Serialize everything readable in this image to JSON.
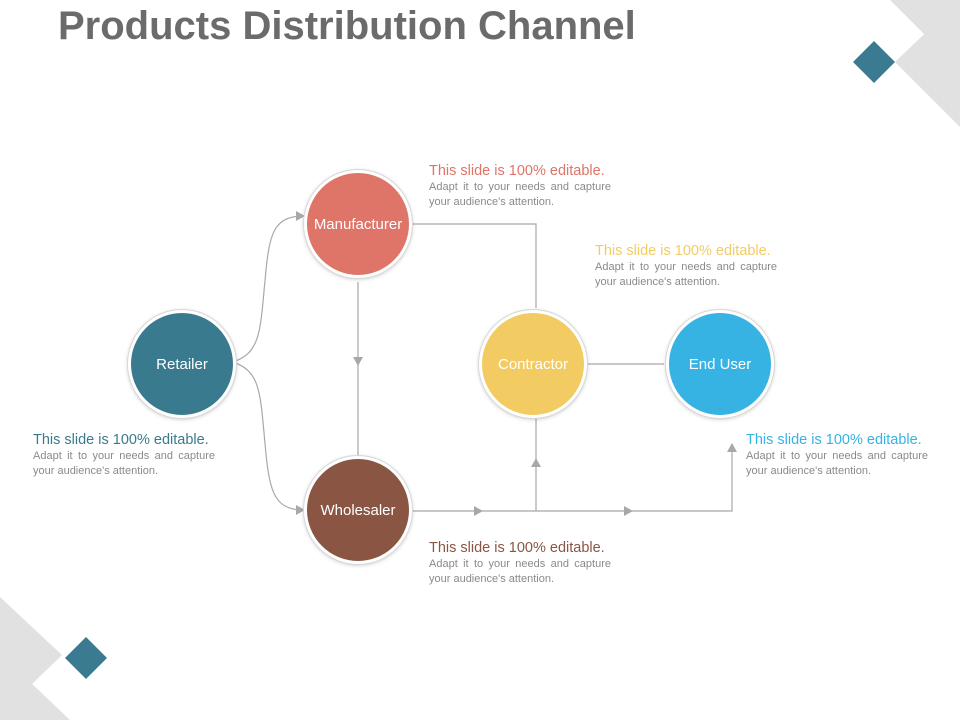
{
  "title": "Products Distribution Channel",
  "colors": {
    "title": "#6b6b6b",
    "retailer": "#3a7a8e",
    "manufacturer": "#df7468",
    "wholesaler": "#8a5543",
    "contractor": "#f2cc63",
    "end_user": "#36b3e2",
    "connector": "#a8a8a8",
    "deco_diamond": "#3b7b91",
    "deco_triangle": "#e1e1e1"
  },
  "nodes": {
    "retailer": "Retailer",
    "manufacturer": "Manufacturer",
    "wholesaler": "Wholesaler",
    "contractor": "Contractor",
    "end_user": "End User"
  },
  "notes": [
    {
      "id": "manufacturer",
      "heading": "This slide is 100% editable.",
      "body": "Adapt it to your needs and capture your audience's attention.",
      "color": "#df7468"
    },
    {
      "id": "contractor",
      "heading": "This slide is 100% editable.",
      "body": "Adapt it to your needs and capture your audience's attention.",
      "color": "#f2cc63"
    },
    {
      "id": "retailer",
      "heading": "This slide is 100% editable.",
      "body": "Adapt it to your needs and capture your audience's attention.",
      "color": "#3a7a8e"
    },
    {
      "id": "end_user",
      "heading": "This slide is 100% editable.",
      "body": "Adapt it to your needs and capture your audience's attention.",
      "color": "#36b3e2"
    },
    {
      "id": "wholesaler",
      "heading": "This slide is 100% editable.",
      "body": "Adapt it to your needs and capture your audience's attention.",
      "color": "#8a5543"
    }
  ]
}
